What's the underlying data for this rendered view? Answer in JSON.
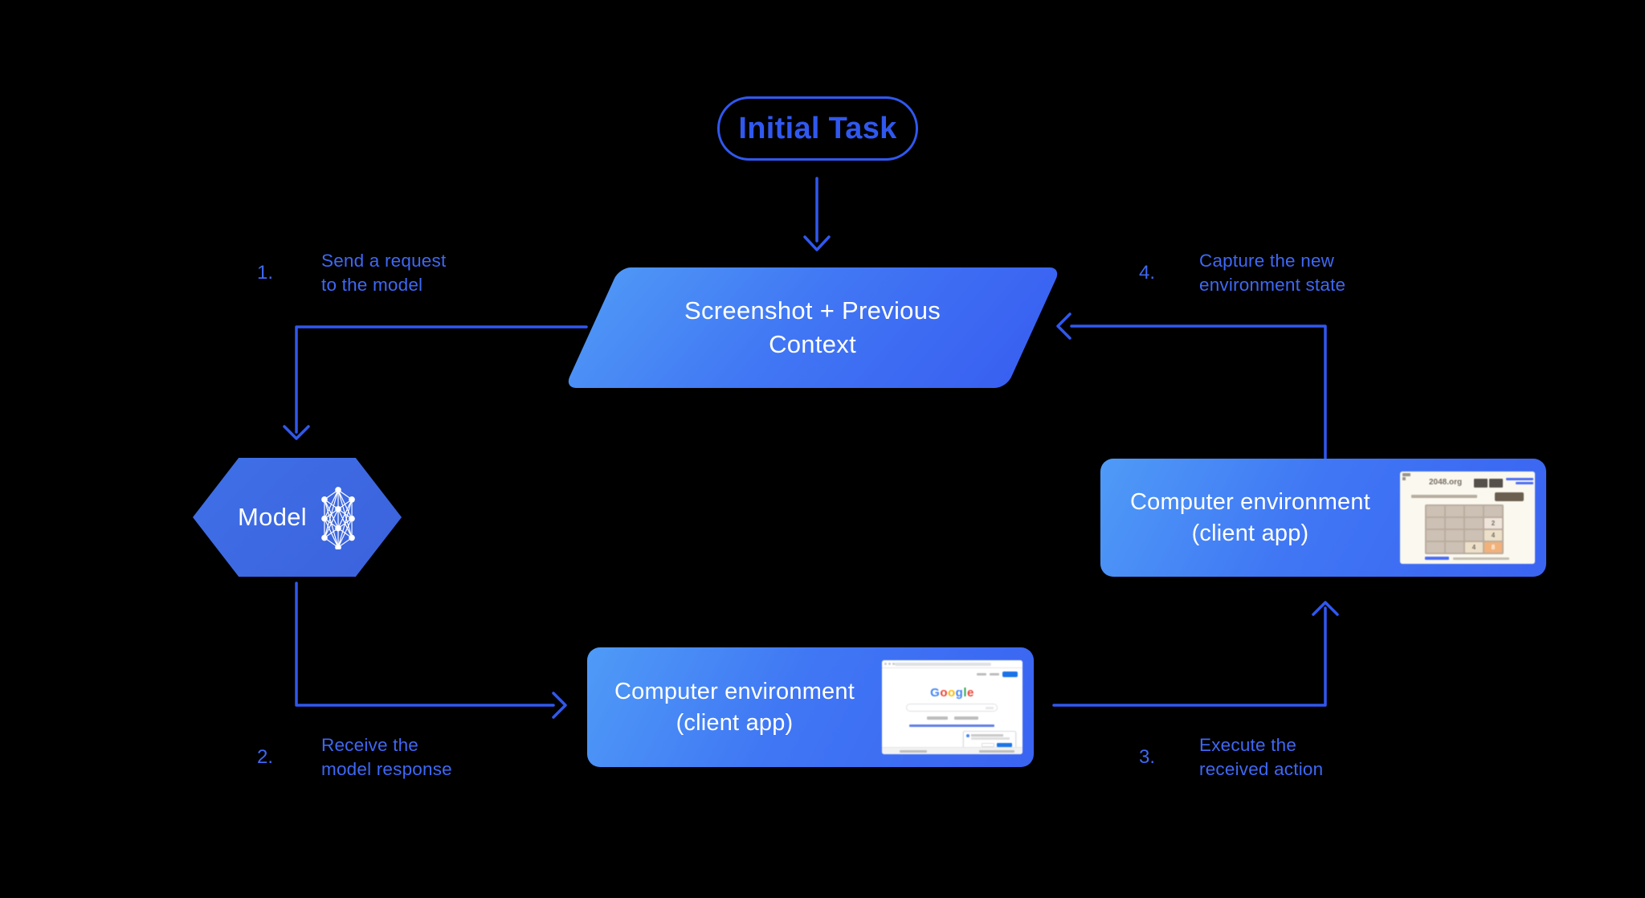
{
  "colors": {
    "background": "#000000",
    "accent": "#3058EF",
    "label-blue": "#3E68F3",
    "shape-grad-a": "#4E96F6",
    "shape-grad-b": "#3960F1",
    "box-grad-a": "#4F9BF7",
    "box-grad-b": "#3A63F2",
    "google-blue": "#1A73E8"
  },
  "nodes": {
    "initial_task": {
      "label": "Initial Task"
    },
    "screenshot_context": {
      "line1": "Screenshot + Previous",
      "line2": "Context"
    },
    "model": {
      "label": "Model"
    },
    "env_client_right": {
      "line1": "Computer environment",
      "line2": "(client app)"
    },
    "env_client_bottom": {
      "line1": "Computer environment",
      "line2": "(client app)"
    }
  },
  "steps": [
    {
      "number": "1.",
      "line1": "Send a request",
      "line2": "to the model"
    },
    {
      "number": "2.",
      "line1": "Receive the",
      "line2": "model response"
    },
    {
      "number": "3.",
      "line1": "Execute the",
      "line2": "received action"
    },
    {
      "number": "4.",
      "line1": "Capture the new",
      "line2": "environment state"
    }
  ],
  "thumbnails": {
    "game_2048": {
      "title": "2048.org",
      "grid": [
        [
          "",
          "",
          "",
          ""
        ],
        [
          "",
          "",
          "",
          "2"
        ],
        [
          "",
          "",
          "",
          "4"
        ],
        [
          "",
          "",
          "4",
          "8"
        ]
      ]
    },
    "google": {
      "letters": [
        "G",
        "o",
        "o",
        "g",
        "l",
        "e"
      ],
      "letter_colors": [
        "#4285F4",
        "#EA4335",
        "#FBBC05",
        "#4285F4",
        "#34A853",
        "#EA4335"
      ]
    }
  }
}
